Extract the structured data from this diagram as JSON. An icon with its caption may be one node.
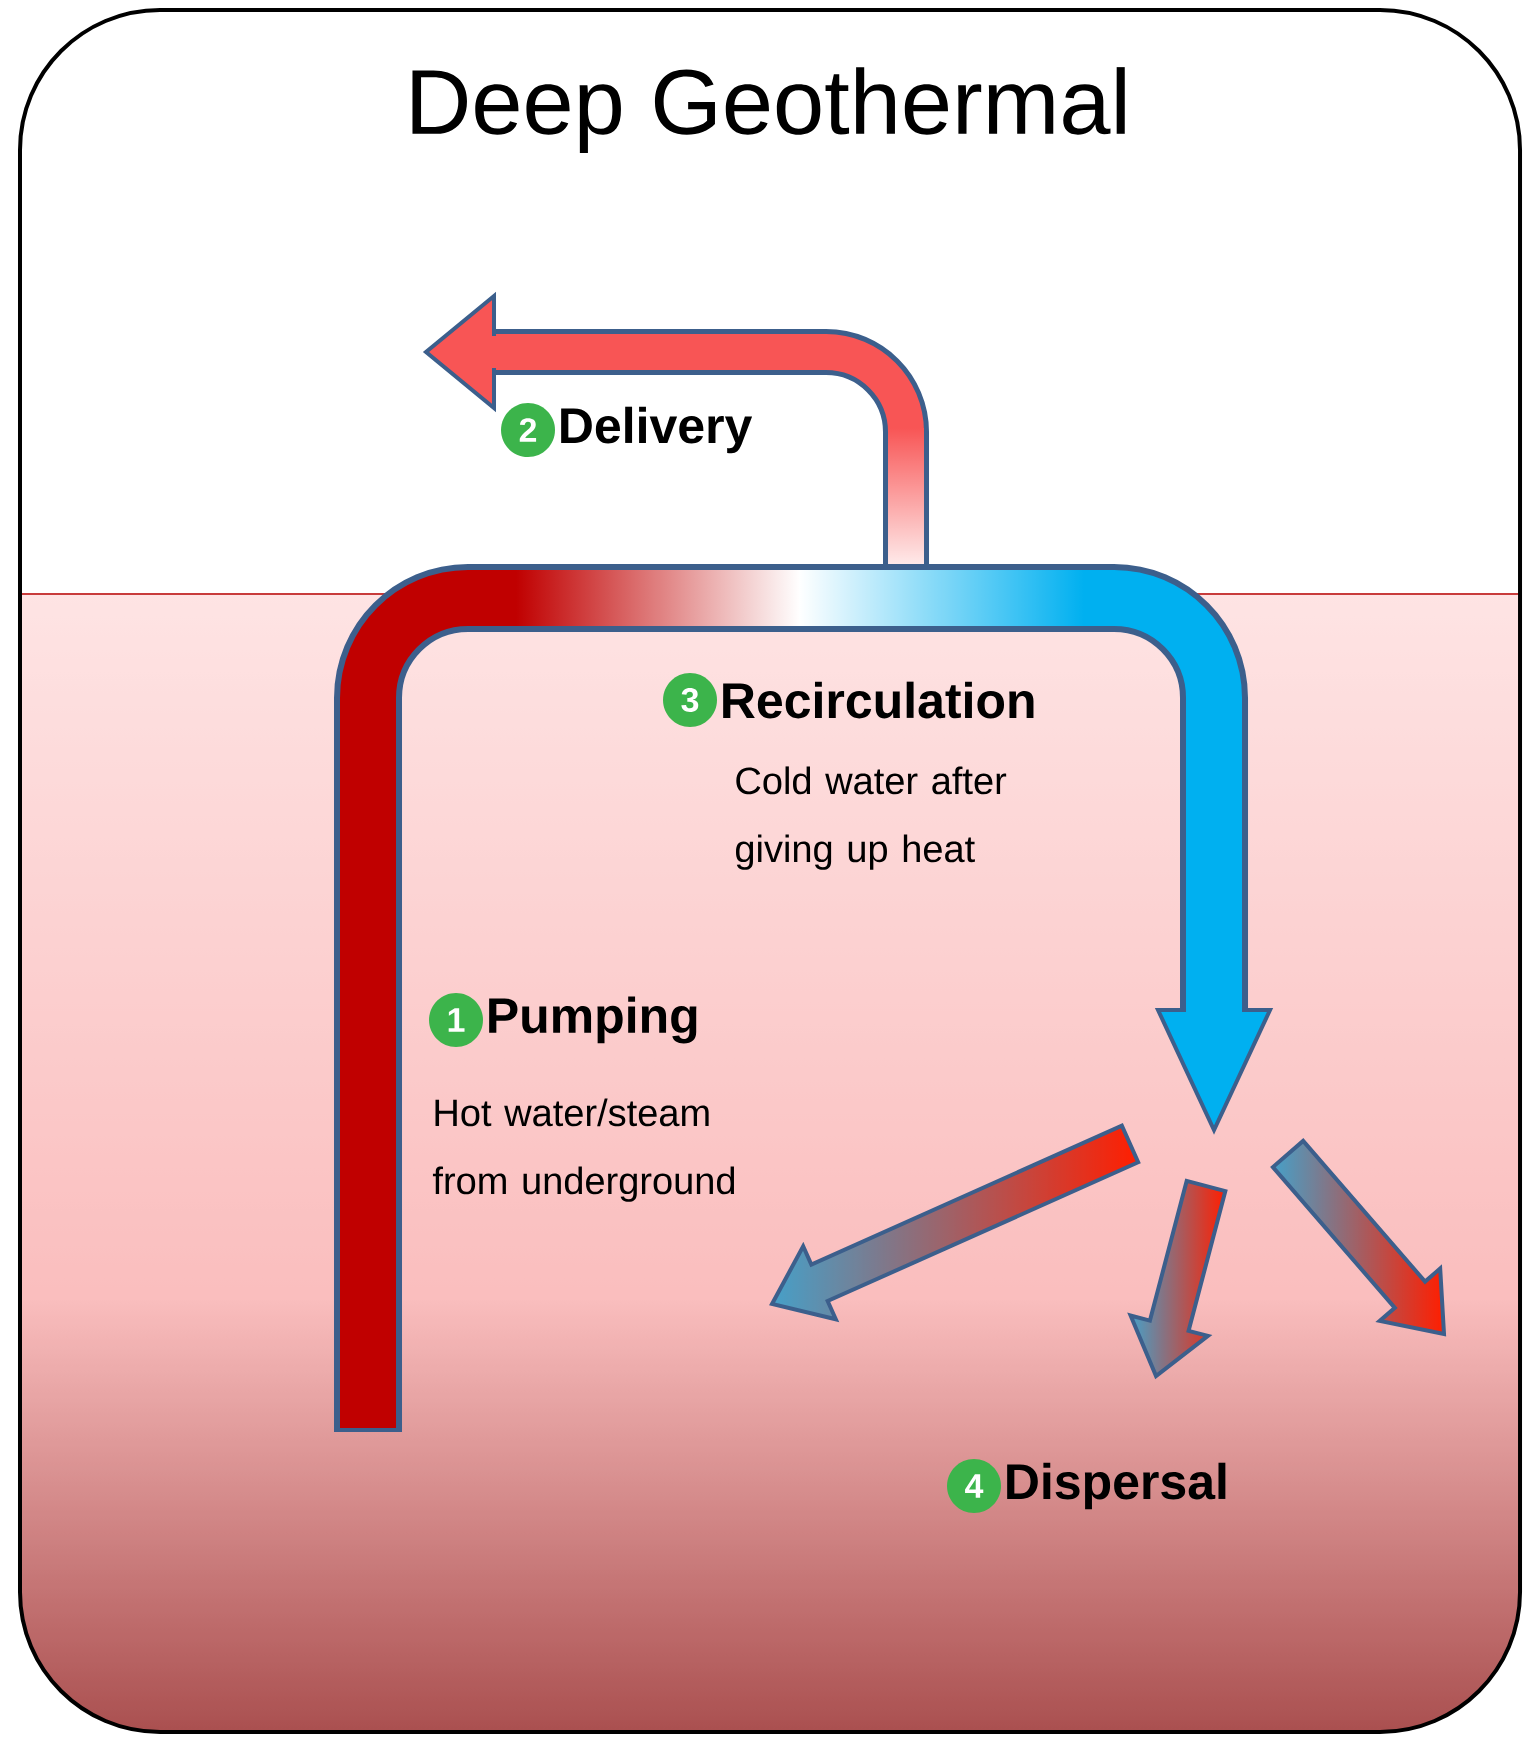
{
  "diagram": {
    "title": "Deep Geothermal",
    "nodes": [
      {
        "text": [
          "1"
        ],
        "beside": [
          "Pumping",
          "Hot water/steam from underground"
        ]
      },
      {
        "text": [
          "2"
        ],
        "beside": [
          "Delivery"
        ]
      },
      {
        "text": [
          "3"
        ],
        "beside": [
          "Recirculation",
          "Cold water after giving up heat"
        ]
      },
      {
        "text": [
          "4"
        ],
        "beside": [
          "Dispersal"
        ]
      }
    ]
  }
}
